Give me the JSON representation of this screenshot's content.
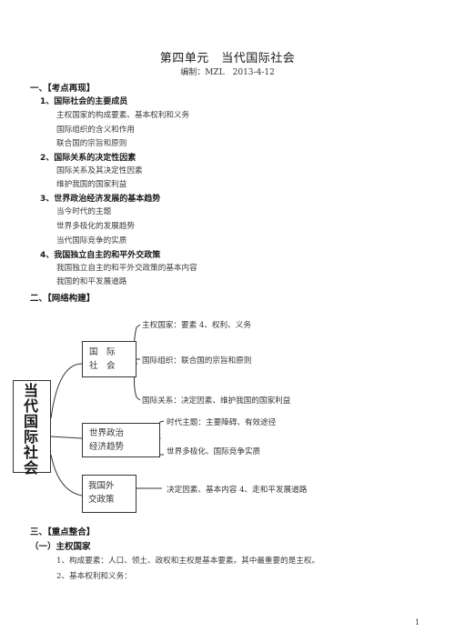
{
  "header": {
    "title": "第四单元　当代国际社会",
    "subtitle": "编制：MZL　2013-4-12"
  },
  "section1": {
    "heading": "一、【考点再现】",
    "topics": [
      {
        "label": "1、国际社会的主要成员",
        "items": [
          "主权国家的构成要素、基本权利和义务",
          "国际组织的含义和作用",
          "联合国的宗旨和原则"
        ]
      },
      {
        "label": "2、国际关系的决定性因素",
        "items": [
          "国际关系及其决定性因素",
          "维护我国的国家利益"
        ]
      },
      {
        "label": "3、世界政治经济发展的基本趋势",
        "items": [
          "当今时代的主题",
          "世界多极化的发展趋势",
          "当代国际竞争的实质"
        ]
      },
      {
        "label": "4、我国独立自主的和平外交政策",
        "items": [
          "我国独立自主的和平外交政策的基本内容",
          "我国的和平发展道路"
        ]
      }
    ]
  },
  "section2": {
    "heading": "二、【网络构建】",
    "root": "当代国际社会",
    "boxes": [
      {
        "label": "国　际\n社　会",
        "branches": [
          "主权国家：要素 4、权利、义务",
          "国际组织：联合国的宗旨和原则",
          "国际关系：决定因素、维护我国的国家利益"
        ]
      },
      {
        "label": "世界政治\n经济趋势",
        "branches": [
          "时代主题：主要障碍、有效途径",
          "世界多极化、国际竞争实质"
        ]
      },
      {
        "label": "我国外\n交政策",
        "branches": [
          "决定因素、基本内容 4、走和平发展道路"
        ]
      }
    ]
  },
  "section3": {
    "heading": "三、【重点整合】",
    "sub": "（一）主权国家",
    "items": [
      "1、构成要素：人口、领土、政权和主权是基本要素。其中最重要的是主权。",
      "2、基本权利和义务："
    ]
  },
  "page_number": "1"
}
